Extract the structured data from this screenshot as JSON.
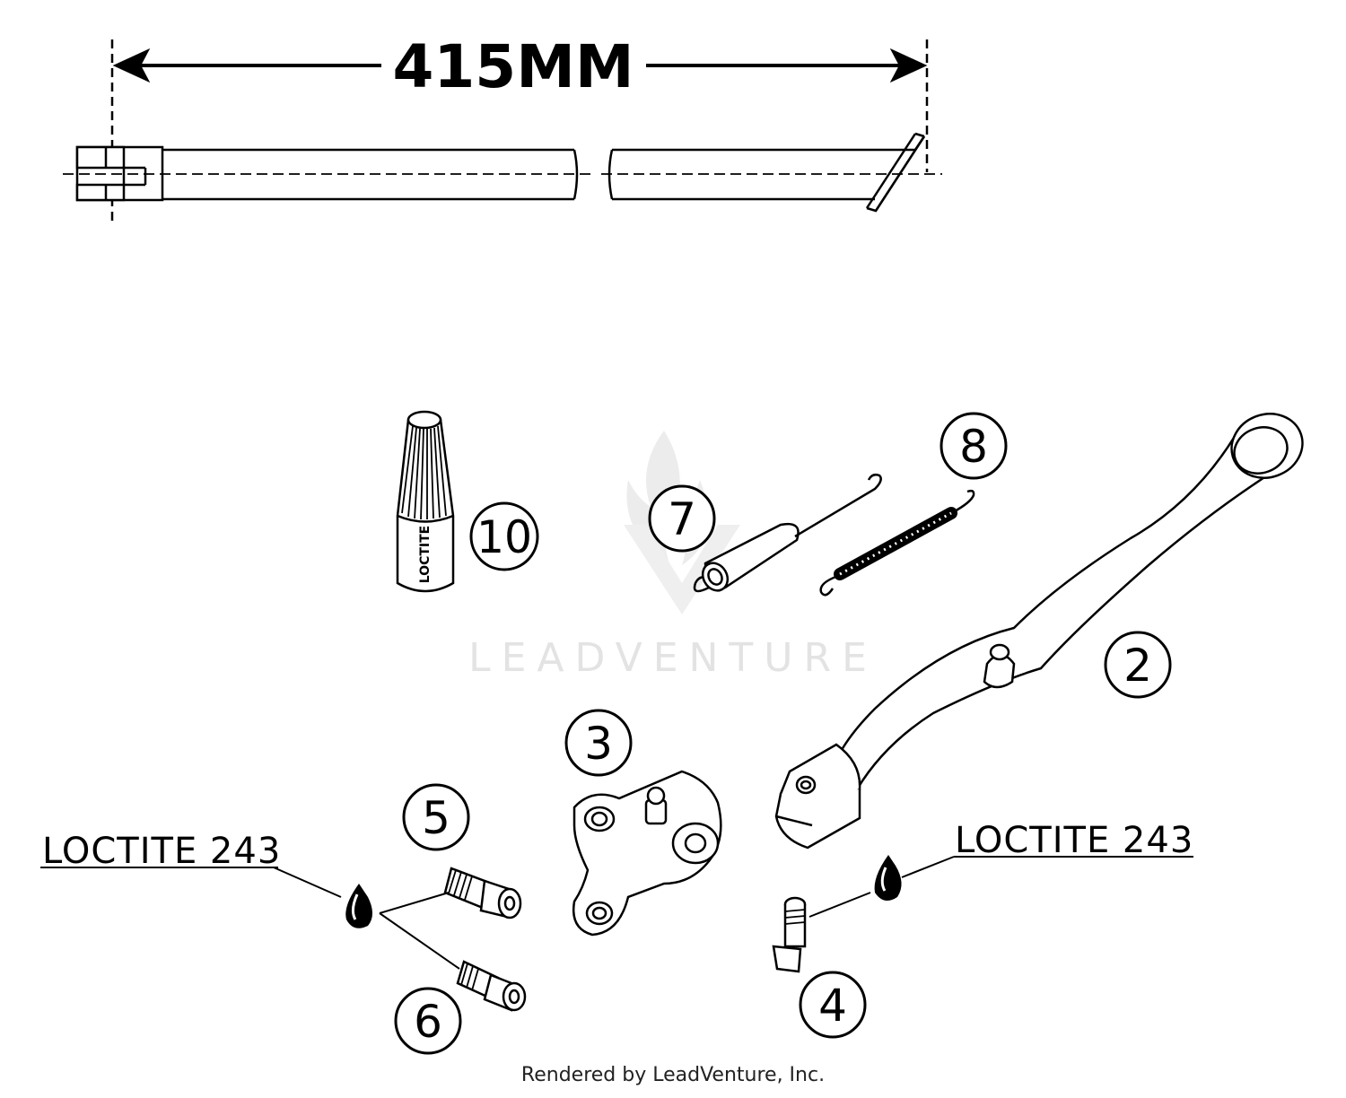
{
  "dimension": {
    "label": "415MM"
  },
  "callouts": [
    {
      "id": "2",
      "label": "2"
    },
    {
      "id": "3",
      "label": "3"
    },
    {
      "id": "4",
      "label": "4"
    },
    {
      "id": "5",
      "label": "5"
    },
    {
      "id": "6",
      "label": "6"
    },
    {
      "id": "7",
      "label": "7"
    },
    {
      "id": "8",
      "label": "8"
    },
    {
      "id": "10",
      "label": "10"
    }
  ],
  "annotations": {
    "loctite_left": "LOCTITE 243",
    "loctite_right": "LOCTITE 243",
    "bottle_label": "LOCTITE"
  },
  "watermark": {
    "text": "LEADVENTURE"
  },
  "footer": {
    "text": "Rendered by LeadVenture, Inc."
  }
}
